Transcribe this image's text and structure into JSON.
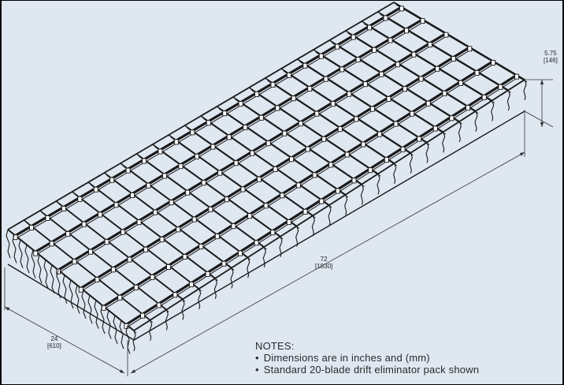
{
  "dimensions": {
    "width_in": "24",
    "width_mm": "[610]",
    "length_in": "72",
    "length_mm": "[1830]",
    "height_in": "5.75",
    "height_mm": "[146]"
  },
  "notes": {
    "heading": "NOTES:",
    "items": [
      "Dimensions are in inches and (mm)",
      "Standard 20-blade drift eliminator pack shown"
    ]
  },
  "blade_count": 20,
  "colors": {
    "background": "#dfe7f1",
    "frame": "#000000",
    "line": "#1a1a1a",
    "fill": "#ffffff"
  }
}
